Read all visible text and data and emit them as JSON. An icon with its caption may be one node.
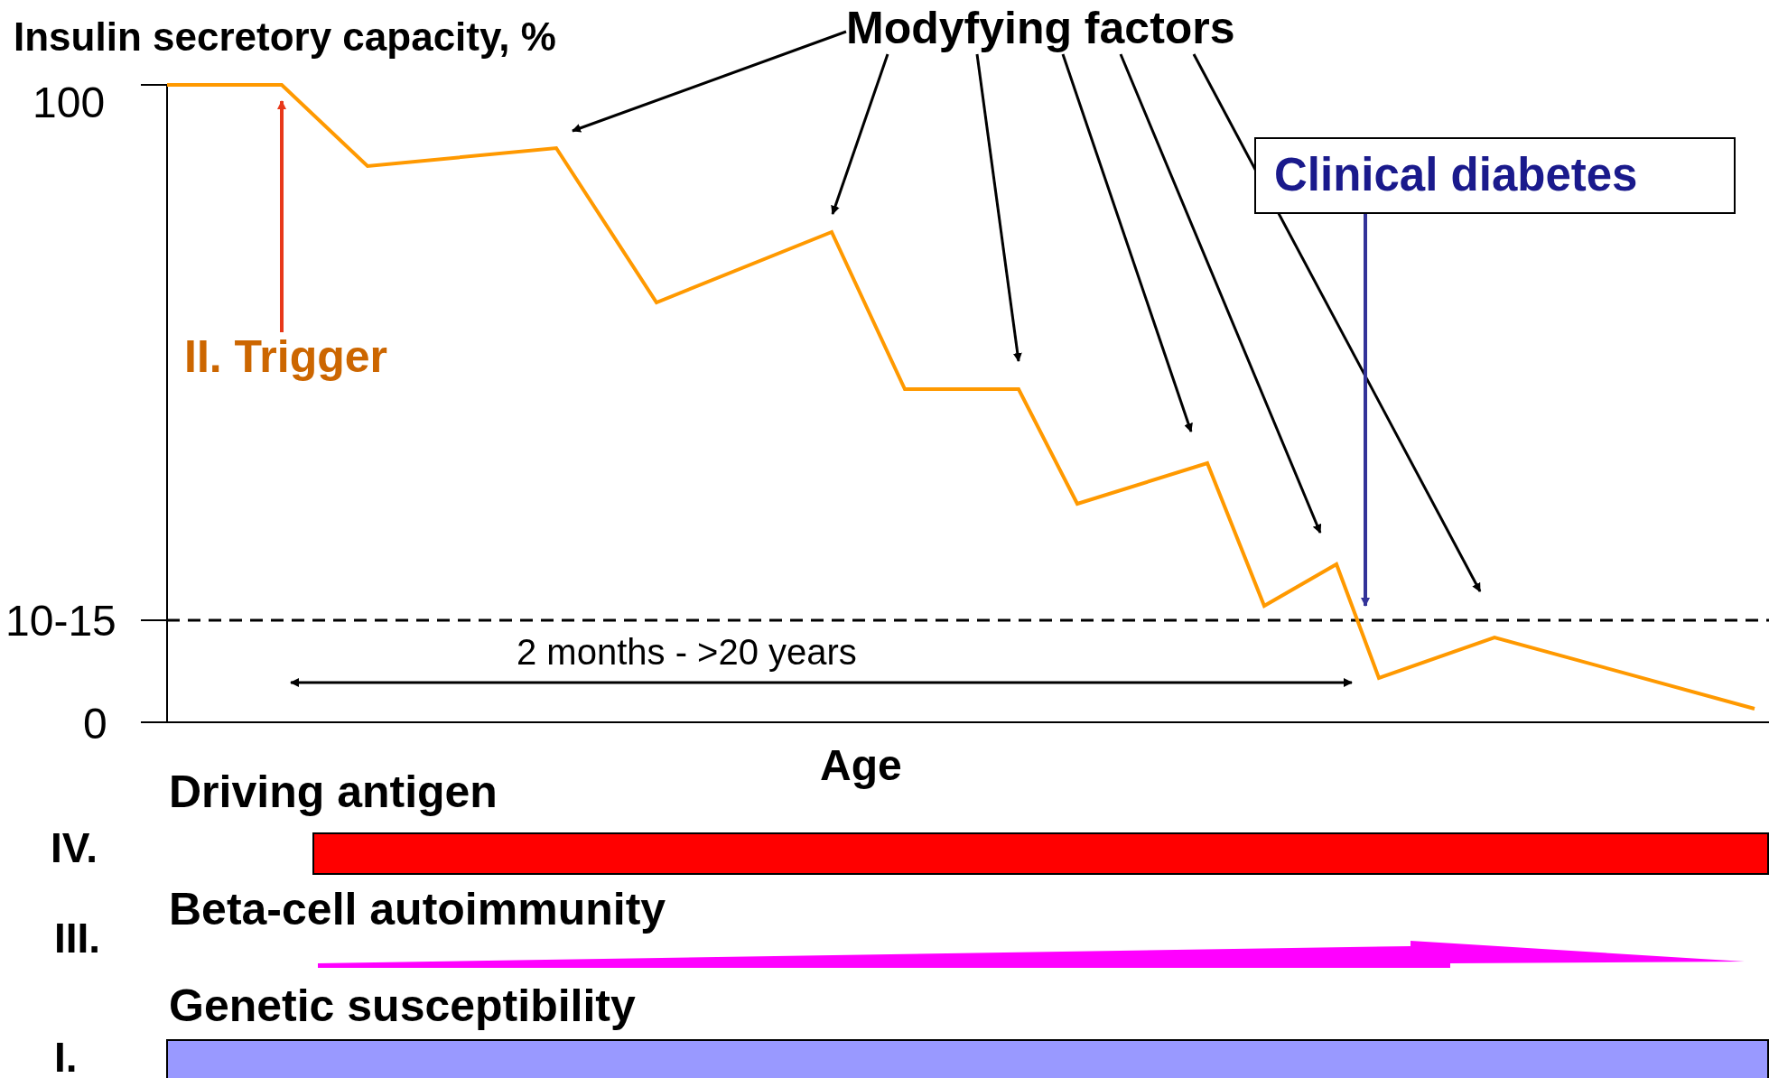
{
  "diagram": {
    "nodes": [
      {
        "text": [
          "Modyfying factors"
        ]
      },
      {
        "text": [
          "II. Trigger"
        ]
      },
      {
        "text": [
          "Clinical diabetes"
        ]
      },
      {
        "text": [
          "Driving antigen"
        ]
      },
      {
        "text": [
          "Beta-cell autoimmunity"
        ]
      },
      {
        "text": [
          "Genetic susceptibility"
        ]
      }
    ],
    "edges": [
      {
        "from": 0,
        "to": null,
        "arrow": "to"
      },
      {
        "from": 0,
        "to": null,
        "arrow": "to"
      },
      {
        "from": 0,
        "to": null,
        "arrow": "to"
      },
      {
        "from": 0,
        "to": null,
        "arrow": "to"
      },
      {
        "from": 0,
        "to": null,
        "arrow": "to"
      },
      {
        "from": 0,
        "to": null,
        "arrow": "to"
      },
      {
        "from": 1,
        "to": null,
        "arrow": "to",
        "color": "#e8381a"
      },
      {
        "from": 2,
        "to": null,
        "arrow": "to",
        "color": "#333399"
      }
    ],
    "labels": [
      "Insulin secretory capacity, %",
      "100",
      "10-15",
      "0",
      "2 months - >20 years",
      "Age",
      "IV.",
      "III.",
      "I."
    ]
  }
}
